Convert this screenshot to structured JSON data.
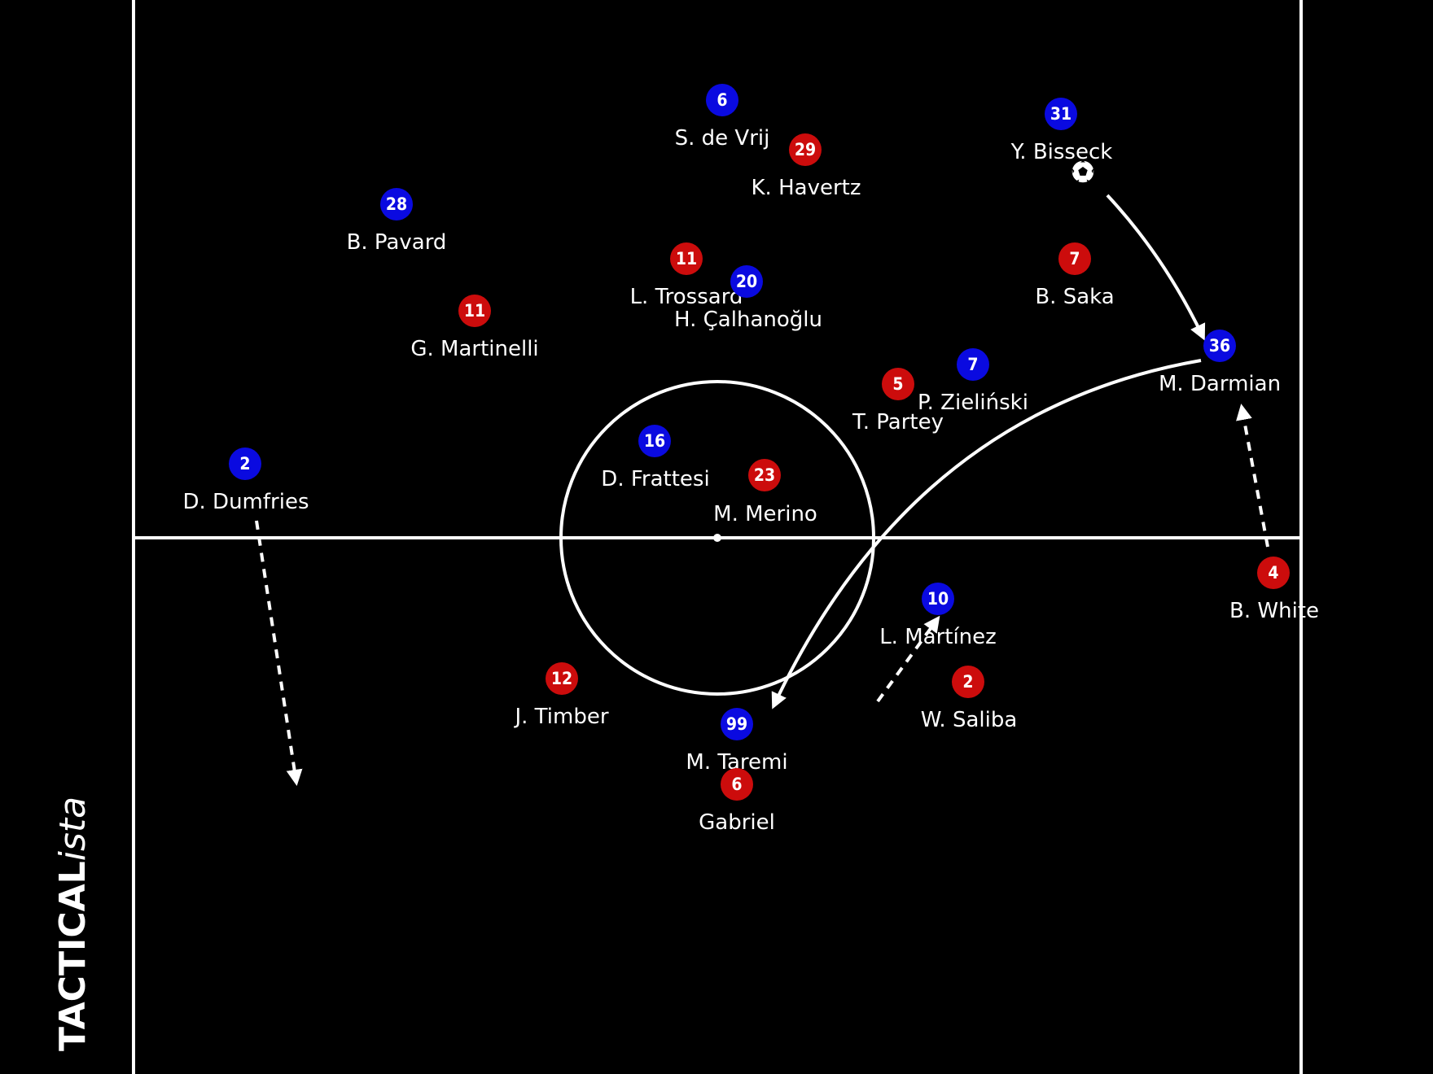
{
  "brand": {
    "bold": "TACTICAL",
    "italic": "ista"
  },
  "colors": {
    "blue": "#0a0ae0",
    "red": "#cc0c0c",
    "lines": "#ffffff",
    "background": "#000000"
  },
  "players": [
    {
      "id": "de-vrij",
      "team": "blue",
      "number": "6",
      "name": "S. de Vrij"
    },
    {
      "id": "havertz",
      "team": "red",
      "number": "29",
      "name": "K. Havertz"
    },
    {
      "id": "bisseck",
      "team": "blue",
      "number": "31",
      "name": "Y. Bisseck"
    },
    {
      "id": "pavard",
      "team": "blue",
      "number": "28",
      "name": "B. Pavard"
    },
    {
      "id": "trossard",
      "team": "red",
      "number": "11",
      "name": "L. Trossard"
    },
    {
      "id": "calhanoglu",
      "team": "blue",
      "number": "20",
      "name": "H. Çalhanoğlu"
    },
    {
      "id": "saka",
      "team": "red",
      "number": "7",
      "name": "B. Saka"
    },
    {
      "id": "martinelli",
      "team": "red",
      "number": "11",
      "name": "G. Martinelli"
    },
    {
      "id": "darmian",
      "team": "blue",
      "number": "36",
      "name": "M. Darmian"
    },
    {
      "id": "zielinski",
      "team": "blue",
      "number": "7",
      "name": "P. Zieliński"
    },
    {
      "id": "partey",
      "team": "red",
      "number": "5",
      "name": "T. Partey"
    },
    {
      "id": "dumfries",
      "team": "blue",
      "number": "2",
      "name": "D. Dumfries"
    },
    {
      "id": "frattesi",
      "team": "blue",
      "number": "16",
      "name": "D. Frattesi"
    },
    {
      "id": "merino",
      "team": "red",
      "number": "23",
      "name": "M. Merino"
    },
    {
      "id": "white",
      "team": "red",
      "number": "4",
      "name": "B. White"
    },
    {
      "id": "martinez",
      "team": "blue",
      "number": "10",
      "name": "L. Martínez"
    },
    {
      "id": "timber",
      "team": "red",
      "number": "12",
      "name": "J. Timber"
    },
    {
      "id": "saliba",
      "team": "red",
      "number": "2",
      "name": "W. Saliba"
    },
    {
      "id": "taremi",
      "team": "blue",
      "number": "99",
      "name": "M. Taremi"
    },
    {
      "id": "gabriel",
      "team": "red",
      "number": "6",
      "name": "Gabriel"
    }
  ],
  "icons": {
    "ball": "soccer-ball-icon",
    "pass": "solid-arrow",
    "run": "dashed-arrow"
  }
}
